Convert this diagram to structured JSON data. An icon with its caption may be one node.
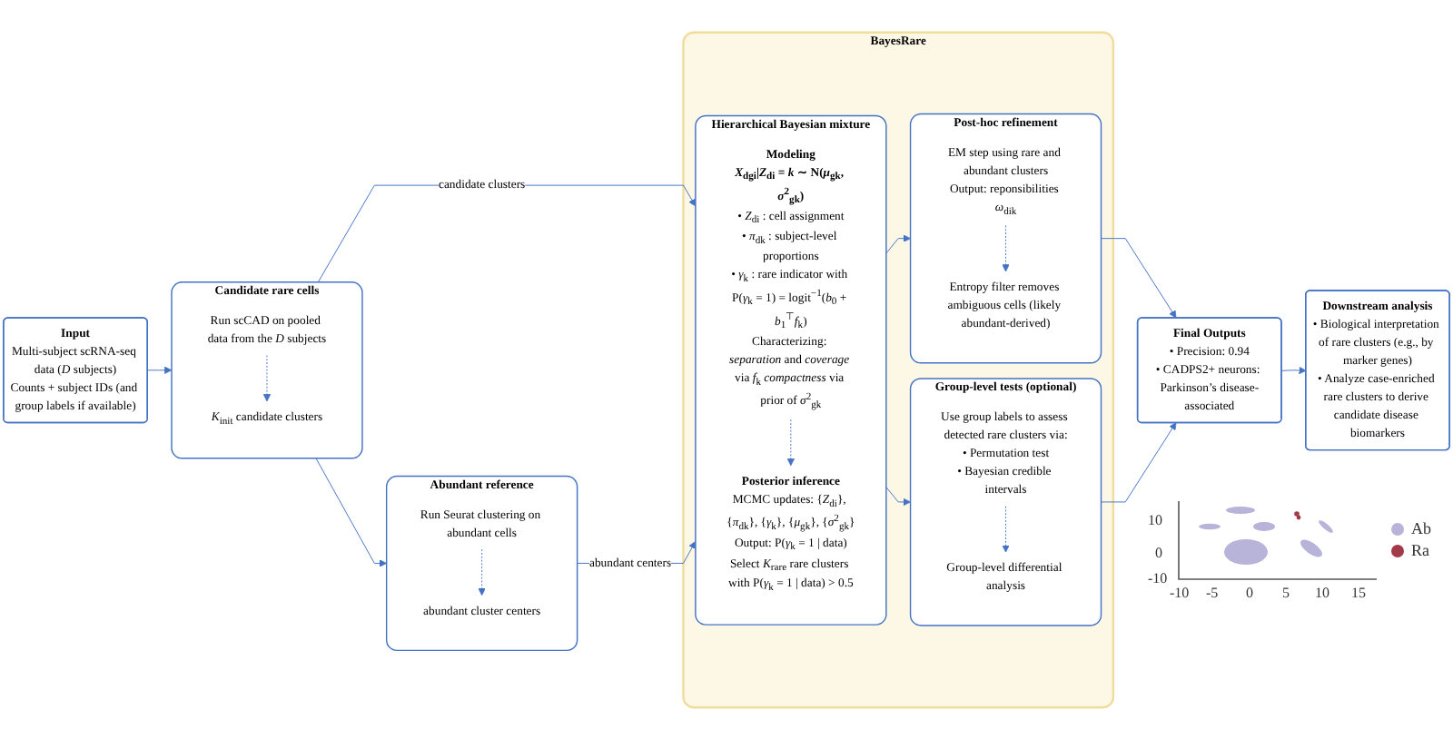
{
  "diagram": {
    "nodes": [
      {
        "text": [
          "Input",
          "Multi-subject scRNA-seq data (*D* subjects)",
          "Counts + subject IDs (and group labels if available)"
        ]
      },
      {
        "text": [
          "Candidate rare cells"
        ]
      },
      {
        "text": [
          "Run scCAD on pooled data from the *D* subjects"
        ],
        "in": 1
      },
      {
        "text": [
          "*K*$_{init}$ candidate clusters"
        ],
        "in": 1
      },
      {
        "text": [
          "Abundant reference"
        ]
      },
      {
        "text": [
          "Run Seurat clustering on abundant cells"
        ],
        "in": 4
      },
      {
        "text": [
          "abundant cluster centers"
        ],
        "in": 4
      },
      {
        "text": [
          "BayesRare"
        ]
      },
      {
        "text": [
          "Hierarchical Bayesian mixture"
        ],
        "in": 7
      },
      {
        "text": [
          "Modeling",
          "*X*$_{dgi}$|*Z*$_{di}$ = *k* ∼ N(*μ*$_{gk}$, *σ*$^{2}$$_{gk}$)",
          "• *Z*$_{di}$ : cell assignment",
          "• *π*$_{dk}$ : subject-level proportions",
          "• *γ*$_{k}$ : rare indicator with P(*γ*$_{k}$ = 1) = logit$^{−1}$(*b*$_{0}$ + *b*$_{1}$$^{⊤}$*f*$_{k}$)",
          "Characterizing: *separation* and *coverage* via *f*$_{k}$ *compactness* via prior of *σ*$^{2}$$_{gk}$"
        ],
        "in": 8
      },
      {
        "text": [
          "Posterior inference",
          "MCMC updates: {*Z*$_{di}$}, {*π*$_{dk}$}, {*γ*$_{k}$}, {*μ*$_{gk}$}, {*σ*$^{2}$$_{gk}$}",
          "Output: P(*γ*$_{k}$ = 1 | data)",
          "Select *K*$_{rare}$ rare clusters with P(*γ*$_{k}$ = 1 | data) > 0.5"
        ],
        "in": 8
      },
      {
        "text": [
          "Post-hoc refinement"
        ],
        "in": 7
      },
      {
        "text": [
          "EM step using rare and abundant clusters",
          "Output: reponsibilities *ω*$_{dik}$"
        ],
        "in": 11
      },
      {
        "text": [
          "Entropy filter removes ambiguous cells (likely abundant-derived)"
        ],
        "in": 11
      },
      {
        "text": [
          "Group-level tests (optional)"
        ],
        "in": 7
      },
      {
        "text": [
          "Use group labels to assess detected rare clusters via:",
          "• Permutation test",
          "• Bayesian credible intervals"
        ],
        "in": 14
      },
      {
        "text": [
          "Group-level differential analysis"
        ],
        "in": 14
      },
      {
        "text": [
          "Final Outputs",
          "• Precision: 0.94",
          "• CADPS2+ neurons: Parkinson’s disease-associated"
        ]
      },
      {
        "text": [
          "Downstream analysis",
          "• Biological interpretation of rare clusters (e.g., by marker genes)",
          "• Analyze case-enriched rare clusters to derive candidate disease biomarkers"
        ]
      }
    ],
    "edges": [
      {
        "from": 0,
        "to": 1,
        "arrow": "to"
      },
      {
        "from": 1,
        "to": 4,
        "arrow": "to"
      },
      {
        "from": 2,
        "to": 3,
        "arrow": "to",
        "style": "dashed"
      },
      {
        "from": 5,
        "to": 6,
        "arrow": "to",
        "style": "dashed"
      },
      {
        "from": 1,
        "to": 8,
        "arrow": "to",
        "label": "candidate clusters"
      },
      {
        "from": 4,
        "to": 8,
        "arrow": "to",
        "label": "abundant centers"
      },
      {
        "from": 9,
        "to": 10,
        "arrow": "to",
        "style": "dashed"
      },
      {
        "from": 8,
        "to": 11,
        "arrow": "to"
      },
      {
        "from": 8,
        "to": 14,
        "arrow": "to"
      },
      {
        "from": 12,
        "to": 13,
        "arrow": "to",
        "style": "dashed"
      },
      {
        "from": 15,
        "to": 16,
        "arrow": "to",
        "style": "dashed"
      },
      {
        "from": 11,
        "to": 17,
        "arrow": "to"
      },
      {
        "from": 14,
        "to": 17,
        "arrow": "to"
      },
      {
        "from": 17,
        "to": 18,
        "arrow": "to"
      }
    ],
    "labels": [
      "10",
      "0",
      "-10",
      "-10",
      "-5",
      "0",
      "5",
      "10",
      "15"
    ],
    "legend": [
      {
        "text": "Ab",
        "color": "#b7b3d9"
      },
      {
        "text": "Ra",
        "color": "#a33a4a"
      }
    ]
  }
}
